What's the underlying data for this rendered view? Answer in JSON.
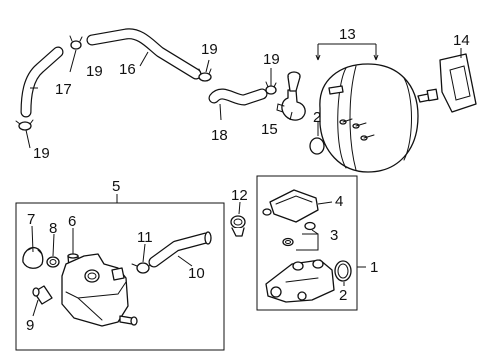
{
  "callouts": {
    "c1": "1",
    "c2_booster": "2",
    "c2_master": "2",
    "c3": "3",
    "c4": "4",
    "c5": "5",
    "c6": "6",
    "c7": "7",
    "c8": "8",
    "c9": "9",
    "c10": "10",
    "c11": "11",
    "c12": "12",
    "c13": "13",
    "c14": "14",
    "c15": "15",
    "c16": "16",
    "c17": "17",
    "c18": "18",
    "c19_a": "19",
    "c19_b": "19",
    "c19_c": "19",
    "c19_d": "19"
  }
}
